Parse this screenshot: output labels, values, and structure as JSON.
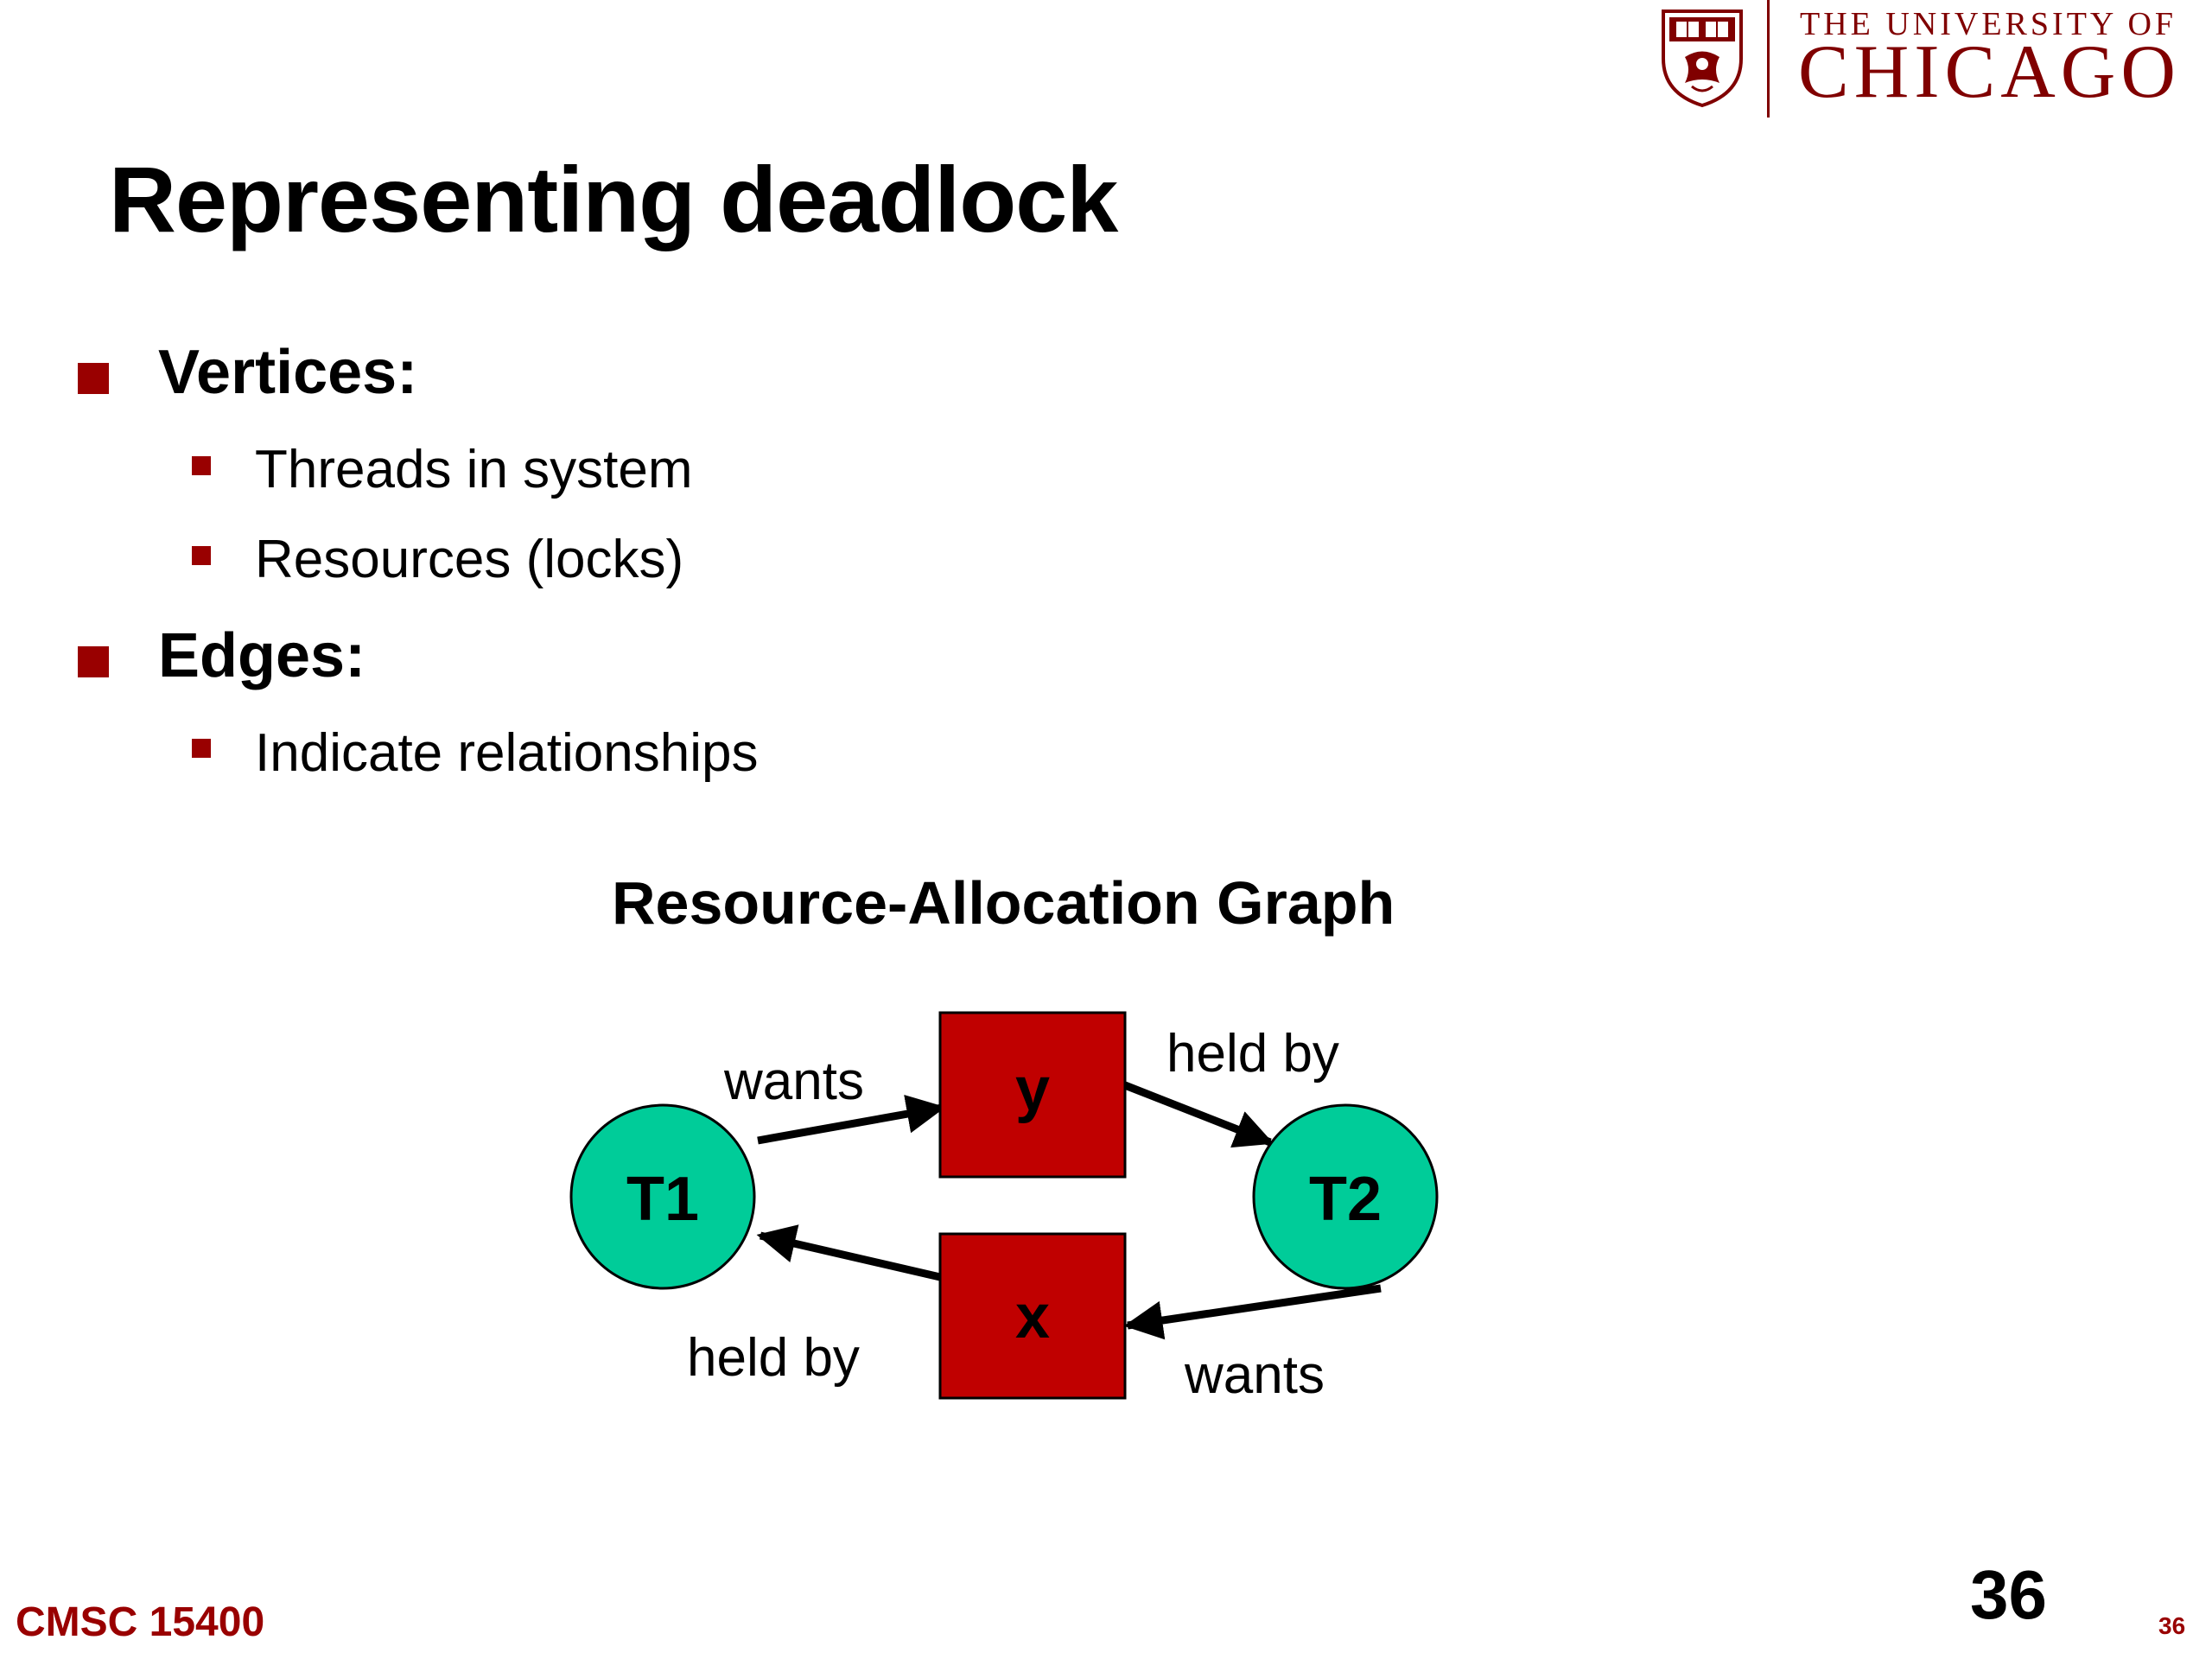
{
  "logo": {
    "line1": "THE UNIVERSITY OF",
    "line2": "CHICAGO"
  },
  "title": "Representing deadlock",
  "bullets": [
    {
      "label": "Vertices:",
      "sub": [
        "Threads in system",
        "Resources (locks)"
      ]
    },
    {
      "label": "Edges:",
      "sub": [
        "Indicate relationships"
      ]
    }
  ],
  "graph": {
    "title": "Resource-Allocation Graph",
    "nodes": {
      "t1": "T1",
      "t2": "T2",
      "y": "y",
      "x": "x"
    },
    "edges": {
      "t1_to_y": "wants",
      "y_to_t2": "held by",
      "t2_to_x": "wants",
      "x_to_t1": "held by"
    },
    "colors": {
      "thread_fill": "#00CC99",
      "resource_fill": "#C00000"
    }
  },
  "footer": {
    "course": "CMSC 15400",
    "page_big": "36",
    "page_small": "36"
  }
}
